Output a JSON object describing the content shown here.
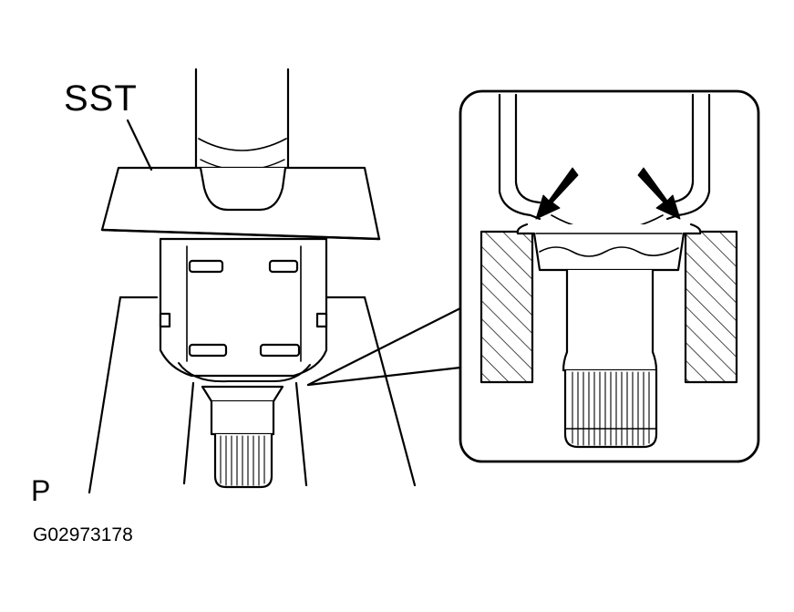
{
  "labels": {
    "tool_label": "SST",
    "corner_mark": "P",
    "figure_code": "G02973178"
  },
  "colors": {
    "line": "#000000",
    "fill": "#ffffff",
    "shade": "#e9e9e9"
  }
}
